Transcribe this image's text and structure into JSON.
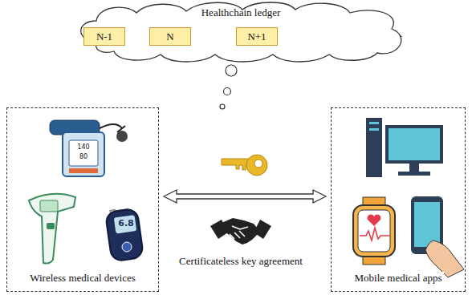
{
  "diagram": {
    "nodes": [
      {
        "text": [
          "Healthchain ledger"
        ]
      },
      {
        "text": [
          "N-1"
        ],
        "in": 0
      },
      {
        "text": [
          "N"
        ],
        "in": 0
      },
      {
        "text": [
          "N+1"
        ],
        "in": 0
      },
      {
        "text": [
          "Wireless medical devices"
        ]
      },
      {
        "text": [
          "Mobile medical apps"
        ]
      }
    ],
    "edges": [
      {
        "from": 1,
        "to": 2,
        "arrow": "to"
      },
      {
        "from": 2,
        "to": 3,
        "arrow": "to"
      },
      {
        "from": 4,
        "to": 5,
        "arrow": "both"
      }
    ],
    "labels": [
      "140",
      "80",
      "6.8",
      "Certificateless key agreement"
    ]
  }
}
